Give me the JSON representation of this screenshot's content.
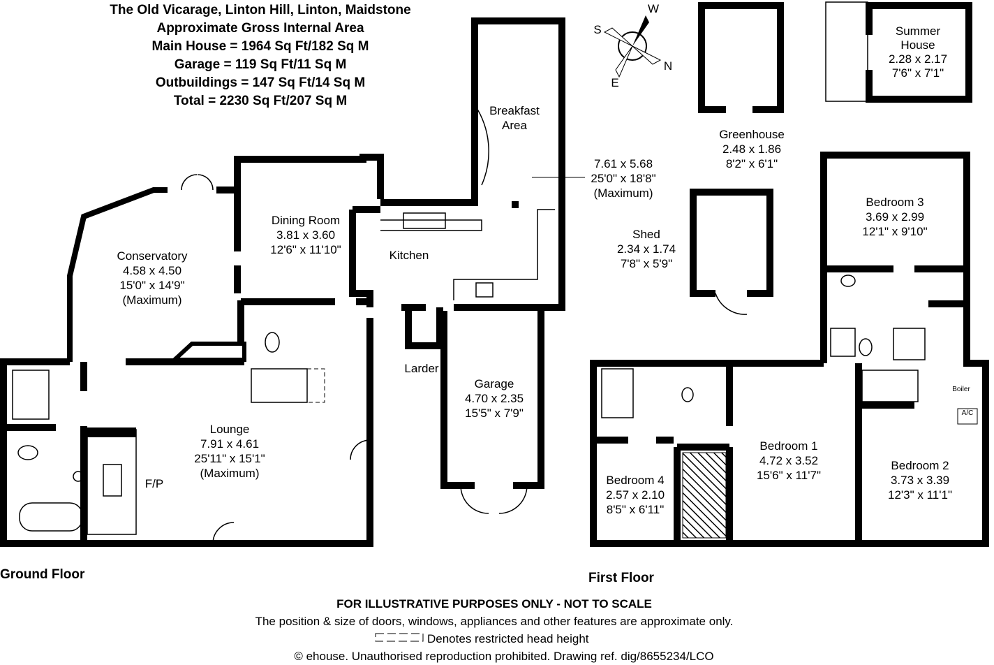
{
  "header": {
    "title": "The Old Vicarage, Linton Hill, Linton, Maidstone",
    "subtitle": "Approximate Gross Internal Area",
    "areas": [
      "Main House = 1964 Sq Ft/182 Sq M",
      "Garage = 119 Sq Ft/11 Sq M",
      "Outbuildings = 147 Sq Ft/14 Sq M",
      "Total = 2230 Sq Ft/207 Sq M"
    ]
  },
  "compass": {
    "n": "N",
    "s": "S",
    "e": "E",
    "w": "W"
  },
  "rooms": {
    "breakfast": {
      "name1": "Breakfast",
      "name2": "Area",
      "metric": "7.61 x 5.68",
      "imperial": "25'0\" x 18'8\"",
      "note": "(Maximum)"
    },
    "dining": {
      "name": "Dining Room",
      "metric": "3.81 x 3.60",
      "imperial": "12'6\" x 11'10\""
    },
    "conservatory": {
      "name": "Conservatory",
      "metric": "4.58 x 4.50",
      "imperial": "15'0\" x 14'9\"",
      "note": "(Maximum)"
    },
    "kitchen": {
      "name": "Kitchen"
    },
    "larder": {
      "name": "Larder"
    },
    "lounge": {
      "name": "Lounge",
      "metric": "7.91 x 4.61",
      "imperial": "25'11\" x 15'1\"",
      "note": "(Maximum)"
    },
    "fireplace": {
      "name": "F/P"
    },
    "garage": {
      "name": "Garage",
      "metric": "4.70 x 2.35",
      "imperial": "15'5\" x 7'9\""
    },
    "greenhouse": {
      "name": "Greenhouse",
      "metric": "2.48 x 1.86",
      "imperial": "8'2\" x 6'1\""
    },
    "summer_house": {
      "name1": "Summer",
      "name2": "House",
      "metric": "2.28 x 2.17",
      "imperial": "7'6\" x 7'1\""
    },
    "shed": {
      "name": "Shed",
      "metric": "2.34 x 1.74",
      "imperial": "7'8\" x 5'9\""
    },
    "bedroom3": {
      "name": "Bedroom 3",
      "metric": "3.69 x 2.99",
      "imperial": "12'1\" x 9'10\""
    },
    "bedroom1": {
      "name": "Bedroom 1",
      "metric": "4.72 x 3.52",
      "imperial": "15'6\" x 11'7\""
    },
    "bedroom2": {
      "name": "Bedroom 2",
      "metric": "3.73 x 3.39",
      "imperial": "12'3\" x 11'1\""
    },
    "bedroom4": {
      "name": "Bedroom 4",
      "metric": "2.57 x 2.10",
      "imperial": "8'5\" x 6'11\""
    },
    "boiler": {
      "name": "Boiler"
    },
    "ac": {
      "name": "A/C"
    }
  },
  "floors": {
    "ground": "Ground Floor",
    "first": "First Floor"
  },
  "footer": {
    "disclaimer": "FOR ILLUSTRATIVE PURPOSES ONLY - NOT TO SCALE",
    "note": "The position & size of doors, windows, appliances and other features are approximate only.",
    "legend": "Denotes restricted head height",
    "copyright": "© ehouse. Unauthorised reproduction prohibited. Drawing ref. dig/8655234/LCO"
  }
}
